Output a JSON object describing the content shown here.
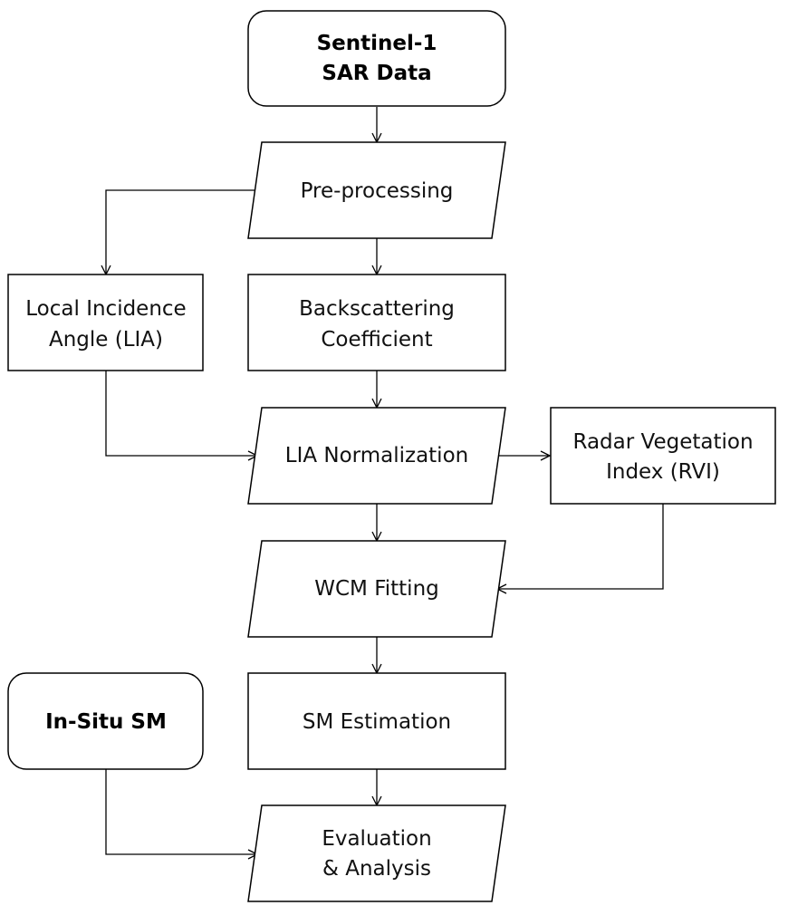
{
  "diagram": {
    "type": "flowchart",
    "nodes": {
      "sentinel": {
        "lines": [
          "Sentinel-1",
          "SAR Data"
        ],
        "shape": "rounded-rect",
        "bold": true
      },
      "preprocessing": {
        "lines": [
          "Pre-processing"
        ],
        "shape": "parallelogram"
      },
      "lia": {
        "lines": [
          "Local Incidence",
          "Angle (LIA)"
        ],
        "shape": "rect"
      },
      "backscatter": {
        "lines": [
          "Backscattering",
          "Coefficient"
        ],
        "shape": "rect"
      },
      "lia_norm": {
        "lines": [
          "LIA Normalization"
        ],
        "shape": "parallelogram"
      },
      "rvi": {
        "lines": [
          "Radar Vegetation",
          "Index (RVI)"
        ],
        "shape": "rect"
      },
      "wcm": {
        "lines": [
          "WCM Fitting"
        ],
        "shape": "parallelogram"
      },
      "insitu": {
        "lines": [
          "In-Situ SM"
        ],
        "shape": "rounded-rect",
        "bold": true
      },
      "sm_est": {
        "lines": [
          "SM Estimation"
        ],
        "shape": "rect"
      },
      "eval": {
        "lines": [
          "Evaluation",
          "& Analysis"
        ],
        "shape": "parallelogram"
      }
    },
    "edges": [
      {
        "from": "sentinel",
        "to": "preprocessing"
      },
      {
        "from": "preprocessing",
        "to": "lia"
      },
      {
        "from": "preprocessing",
        "to": "backscatter"
      },
      {
        "from": "backscatter",
        "to": "lia_norm"
      },
      {
        "from": "lia",
        "to": "lia_norm"
      },
      {
        "from": "lia_norm",
        "to": "rvi"
      },
      {
        "from": "lia_norm",
        "to": "wcm"
      },
      {
        "from": "rvi",
        "to": "wcm"
      },
      {
        "from": "wcm",
        "to": "sm_est"
      },
      {
        "from": "sm_est",
        "to": "eval"
      },
      {
        "from": "insitu",
        "to": "eval"
      }
    ],
    "colors": {
      "stroke": "#000000",
      "fill": "#ffffff",
      "text": "#111111"
    }
  }
}
